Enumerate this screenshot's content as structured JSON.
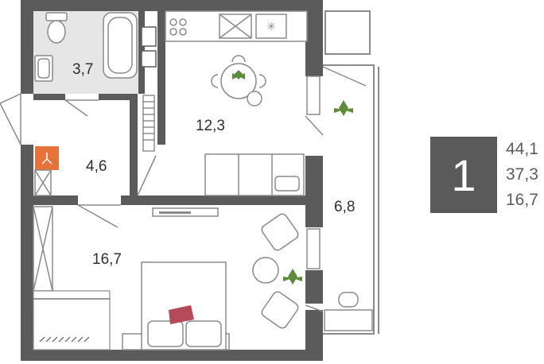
{
  "plan": {
    "rooms": {
      "bathroom": "3,7",
      "hallway": "4,6",
      "kitchen_living": "12,3",
      "bedroom": "16,7",
      "balcony": "6,8"
    }
  },
  "info": {
    "rooms_count": "1",
    "areas": [
      "44,1",
      "37,3",
      "16,7"
    ]
  },
  "colors": {
    "wall": "#5b5b5b",
    "bathroom_floor": "#e6e6e6",
    "accent": "#e8733a",
    "plant": "#5e8a3c",
    "pillow": "#b44a5a"
  }
}
